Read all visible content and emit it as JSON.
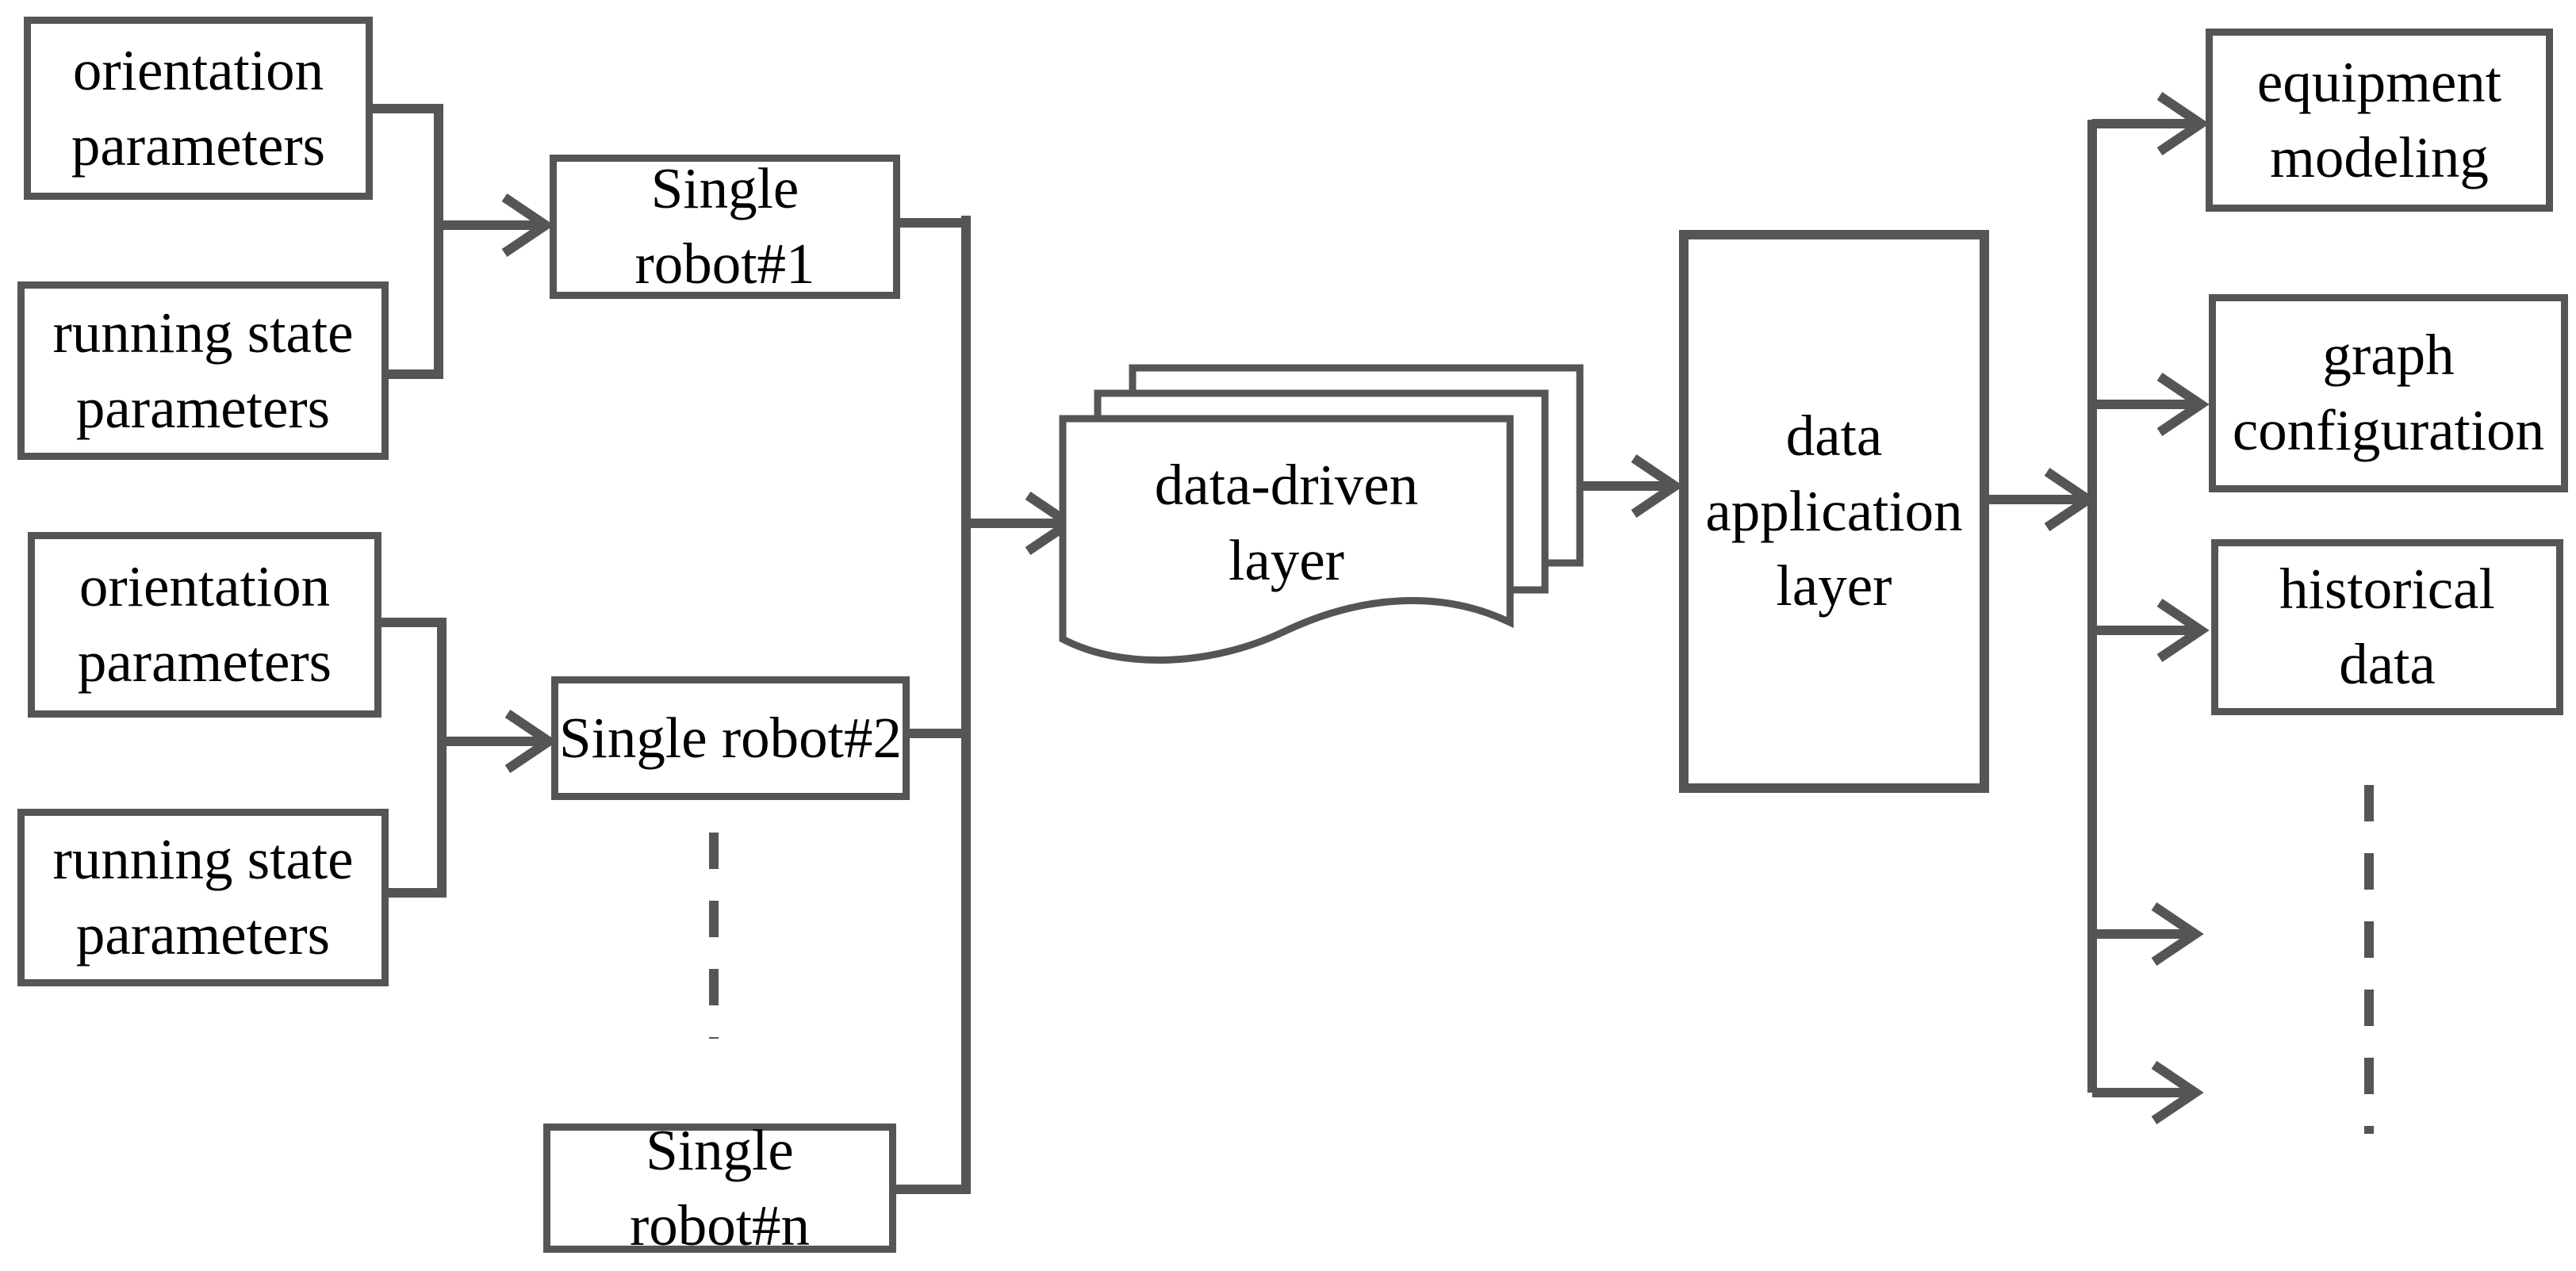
{
  "figure": {
    "type": "flow-diagram",
    "description_visible_text_only": true
  },
  "colors": {
    "line": "#555555",
    "text": "#000000",
    "background": "#ffffff"
  },
  "nodes": {
    "orientation_params_1": "orientation\nparameters",
    "running_state_params_1": "running state\nparameters",
    "orientation_params_2": "orientation\nparameters",
    "running_state_params_2": "running state\nparameters",
    "single_robot_1": "Single robot#1",
    "single_robot_2": "Single robot#2",
    "single_robot_n": "Single robot#n",
    "data_driven_layer": "data-driven\nlayer",
    "data_application_layer": "data\napplication\nlayer",
    "equipment_modeling": "equipment\nmodeling",
    "graph_configuration": "graph\nconfiguration",
    "historical_data": "historical\ndata"
  }
}
